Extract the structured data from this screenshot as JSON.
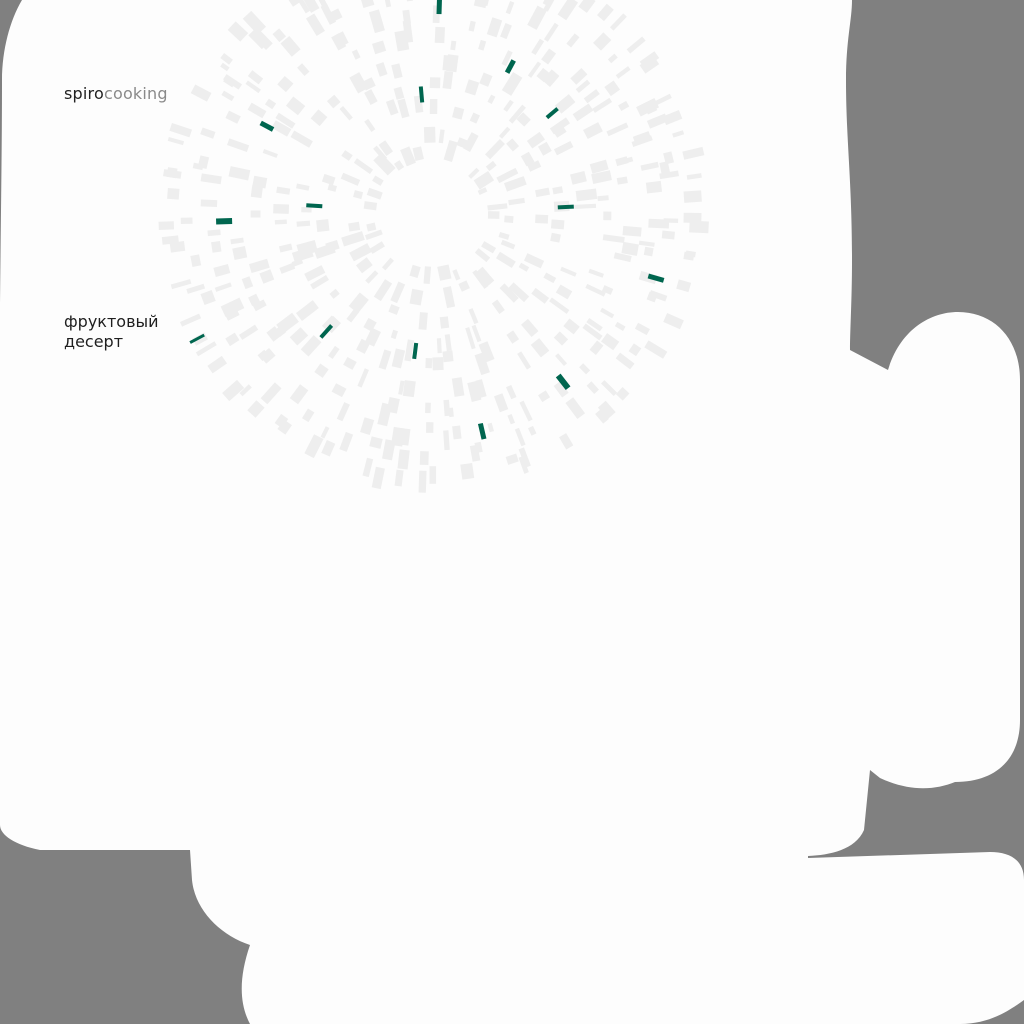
{
  "colors": {
    "background": "#808080",
    "card": "#fdfdfd",
    "accent": "#00664f",
    "dash": "#eeeeee",
    "brand_primary": "#222222",
    "brand_secondary": "#8a8a8a",
    "caption": "#1f1f1f"
  },
  "brand": {
    "part1": "spiro",
    "part2": "cooking"
  },
  "caption": {
    "line1": "фруктовый",
    "line2": "десерт"
  },
  "graphic": {
    "icon": "radial-dash-burst",
    "rings": 10
  }
}
